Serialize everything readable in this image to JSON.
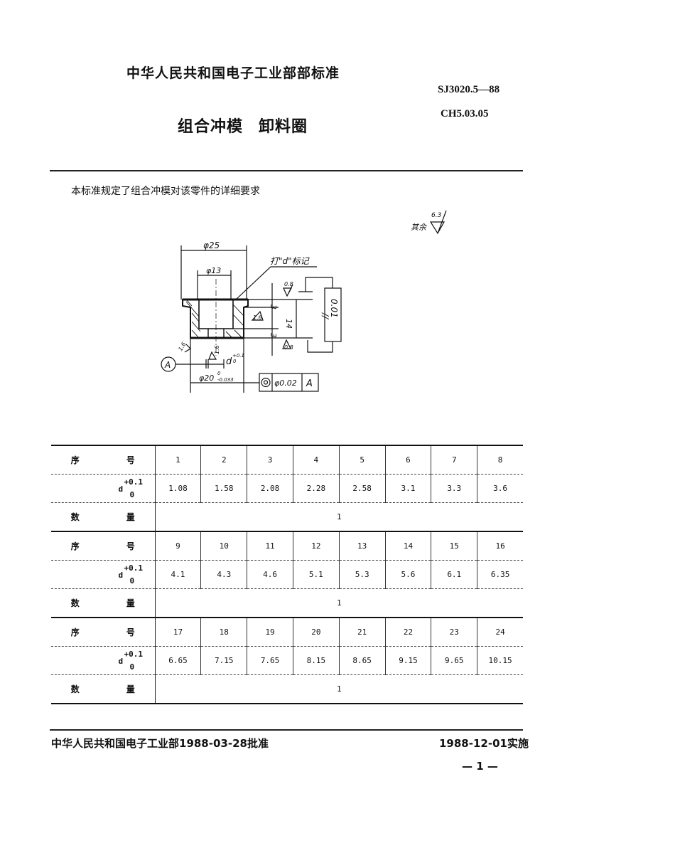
{
  "header": {
    "organization": "中华人民共和国电子工业部部标准",
    "standard_code": "SJ3020.5—88",
    "classification_code": "CH5.03.05",
    "title_part1": "组合冲模",
    "title_part2": "卸料圈"
  },
  "intro": "本标准规定了组合冲模对该零件的详细要求",
  "drawing": {
    "roughness_rest_label": "其余",
    "roughness_rest_value": "6.3",
    "dim_outer": "φ25",
    "dim_bore": "φ13",
    "marking_note": "打\"d\"标记",
    "dim_top": "3",
    "dim_height": "14",
    "dim_bottom": "3",
    "roughness_top": "0.8",
    "roughness_bore": "1.6",
    "roughness_bottom": "0.8",
    "roughness_side": "1.6",
    "roughness_hole": "1.6",
    "dim_hole": "d",
    "dim_hole_tol_upper": "+0.1",
    "dim_hole_tol_lower": "0",
    "parallelism_symbol": "//",
    "parallelism_value": "0.01",
    "datum": "A",
    "dim_body": "φ20",
    "dim_body_tol_upper": "0",
    "dim_body_tol_lower": "-0.033",
    "concentricity_symbol": "◎",
    "concentricity_value": "φ0.02",
    "concentricity_datum": "A"
  },
  "table": {
    "label_seq_a": "序",
    "label_seq_b": "号",
    "label_d": "d",
    "label_d_upper": "+0.1",
    "label_d_lower": "0",
    "label_qty_a": "数",
    "label_qty_b": "量",
    "groups": [
      {
        "seq": [
          "1",
          "2",
          "3",
          "4",
          "5",
          "6",
          "7",
          "8"
        ],
        "d": [
          "1.08",
          "1.58",
          "2.08",
          "2.28",
          "2.58",
          "3.1",
          "3.3",
          "3.6"
        ],
        "qty": "1"
      },
      {
        "seq": [
          "9",
          "10",
          "11",
          "12",
          "13",
          "14",
          "15",
          "16"
        ],
        "d": [
          "4.1",
          "4.3",
          "4.6",
          "5.1",
          "5.3",
          "5.6",
          "6.1",
          "6.35"
        ],
        "qty": "1"
      },
      {
        "seq": [
          "17",
          "18",
          "19",
          "20",
          "21",
          "22",
          "23",
          "24"
        ],
        "d": [
          "6.65",
          "7.15",
          "7.65",
          "8.15",
          "8.65",
          "9.15",
          "9.65",
          "10.15"
        ],
        "qty": "1"
      }
    ]
  },
  "footer": {
    "approval": "中华人民共和国电子工业部1988-03-28批准",
    "effective": "1988-12-01实施",
    "page": "— 1 —"
  }
}
